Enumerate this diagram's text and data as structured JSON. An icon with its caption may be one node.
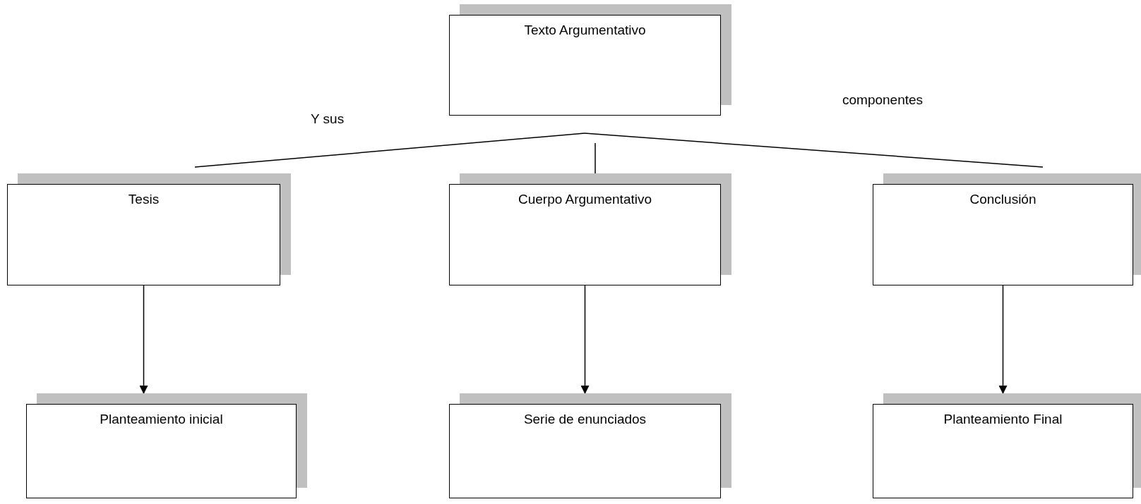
{
  "diagram": {
    "nodes": [
      {
        "text": [
          "Texto Argumentativo"
        ]
      },
      {
        "text": [
          "Tesis"
        ]
      },
      {
        "text": [
          "Cuerpo Argumentativo"
        ]
      },
      {
        "text": [
          "Conclusión"
        ]
      },
      {
        "text": [
          "Planteamiento inicial"
        ]
      },
      {
        "text": [
          "Serie de enunciados"
        ]
      },
      {
        "text": [
          "Planteamiento Final"
        ]
      }
    ],
    "edges": [
      {
        "from": 0,
        "to": 1,
        "arrow": "none"
      },
      {
        "from": 0,
        "to": 2,
        "arrow": "none"
      },
      {
        "from": 0,
        "to": 3,
        "arrow": "none"
      },
      {
        "from": 1,
        "to": 4,
        "arrow": "to"
      },
      {
        "from": 2,
        "to": 5,
        "arrow": "to"
      },
      {
        "from": 3,
        "to": 6,
        "arrow": "to"
      }
    ],
    "labels": [
      "componentes",
      "Y sus"
    ]
  }
}
